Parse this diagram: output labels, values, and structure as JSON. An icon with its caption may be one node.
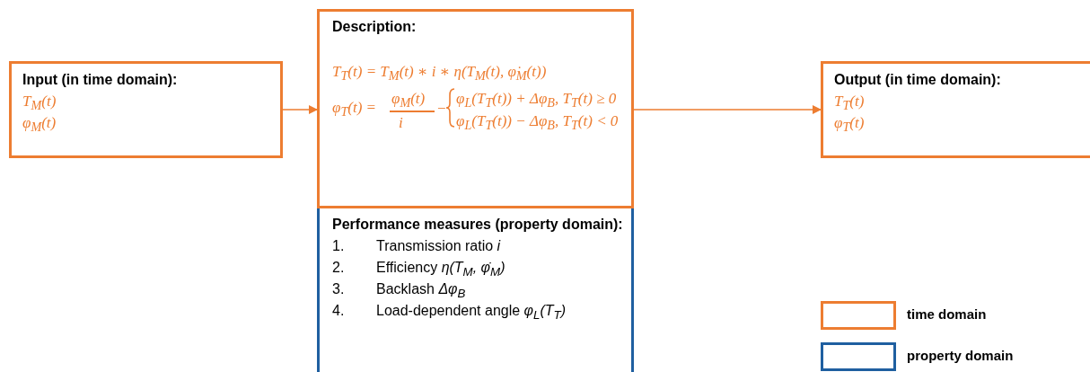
{
  "diagram": {
    "nodes": [
      {
        "text": [
          "Input (in time domain):",
          "T$_{M}$(t)",
          "φ$_{M}$(t)"
        ]
      },
      {
        "text": [
          "Description:",
          "T$_{T}$(t) = T$_{M}$(t) ∗ i ∗ η(T$_{M}$(t), φ̇$_{M}$(t))",
          "φ$_{T}$(t) =",
          "φ$_{M}$(t)",
          "i",
          "−",
          "φ$_{L}$(T$_{T}$(t)) + Δφ$_{B}$, T$_{T}$(t) ≥ 0",
          "φ$_{L}$(T$_{T}$(t)) − Δφ$_{B}$, T$_{T}$(t) < 0"
        ]
      },
      {
        "text": [
          "Performance measures (property domain):",
          "1.",
          "Transmission ratio *i*",
          "2.",
          "Efficiency *η(T$_{M}$, φ̇$_{M}$)*",
          "3.",
          "Backlash *Δφ$_{B}$*",
          "4.",
          "Load-dependent angle *φ$_{L}$(T$_{T}$)*"
        ]
      },
      {
        "text": [
          "Output (in time domain):",
          "T$_{T}$(t)",
          "φ$_{T}$(t)"
        ]
      }
    ],
    "edges": [
      {
        "from": 0,
        "to": 1,
        "arrow": "to"
      },
      {
        "from": 1,
        "to": 3,
        "arrow": "to"
      }
    ],
    "legend": [
      {
        "text": "time domain",
        "color": "#ed7d31"
      },
      {
        "text": "property domain",
        "color": "#1f5fa0"
      }
    ]
  }
}
